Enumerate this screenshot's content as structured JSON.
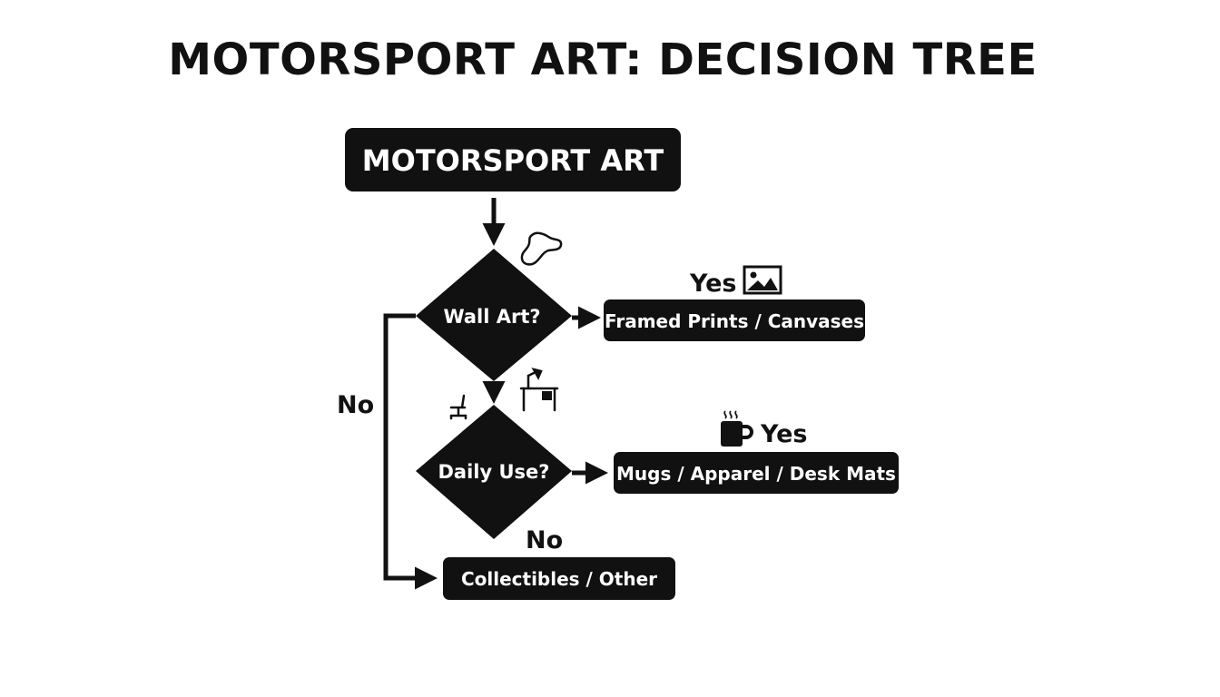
{
  "title": "MOTORSPORT ART: DECISION TREE",
  "colors": {
    "node_fill": "#111111",
    "node_text": "#ffffff",
    "line": "#111111",
    "background": "#ffffff"
  },
  "nodes": {
    "root": {
      "label": "MOTORSPORT ART"
    },
    "wall_art": {
      "label": "Wall Art?"
    },
    "daily_use": {
      "label": "Daily Use?"
    },
    "framed": {
      "label": "Framed Prints / Canvases"
    },
    "mugs": {
      "label": "Mugs / Apparel / Desk Mats"
    },
    "collectibles": {
      "label": "Collectibles / Other"
    }
  },
  "edges": {
    "wall_yes": {
      "label": "Yes"
    },
    "wall_no": {
      "label": "No"
    },
    "daily_yes": {
      "label": "Yes"
    },
    "daily_no": {
      "label": "No"
    }
  },
  "icons": {
    "track": "race-track-icon",
    "picture": "picture-frame-icon",
    "chair": "office-chair-icon",
    "desk": "desk-lamp-icon",
    "mug": "coffee-mug-icon"
  }
}
